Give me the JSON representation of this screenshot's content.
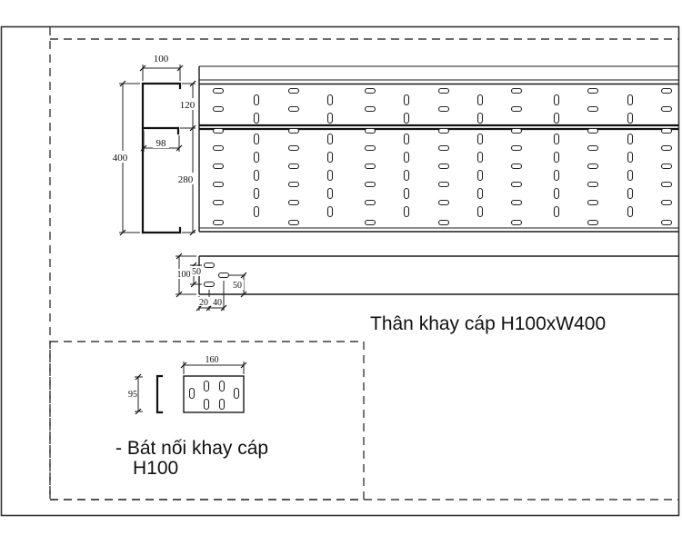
{
  "page": {
    "bg": "#ffffff",
    "border_color": "#333333",
    "dash_color": "#3c3c3c",
    "line_color": "#1a1a1a"
  },
  "labels": {
    "tray_body_title": "Thân khay cáp H100xW400",
    "connector_line1": "- Bát nối khay cáp",
    "connector_line2": "H100"
  },
  "section_dims": {
    "width": "100",
    "total_height": "400",
    "upper": "120",
    "lip_width": "98",
    "lower": "280"
  },
  "side_dims": {
    "height": "100",
    "slot_spacing": "50",
    "slot_to_bottom": "50",
    "edge_offset": "20",
    "column_offset": "40"
  },
  "connector_dims": {
    "plate_width": "160",
    "bracket_height": "95"
  },
  "tray_pattern": {
    "h_slot_cols": [
      240,
      323,
      407,
      488,
      568,
      652,
      733
    ],
    "v_slot_cols": [
      282,
      363,
      447,
      528,
      612,
      693
    ],
    "h_slot_rows": [
      100,
      120,
      144,
      163,
      183,
      203,
      223,
      245
    ],
    "v_slot_rows": [
      110,
      130,
      153,
      173,
      193,
      213,
      233
    ],
    "h_slot_size": [
      11,
      5
    ],
    "v_slot_size": [
      5,
      11
    ]
  },
  "side_view_slots": [
    [
      230,
      292
    ],
    [
      230,
      313
    ],
    [
      246,
      303
    ]
  ],
  "plate_slots": [
    [
      227,
      425
    ],
    [
      244,
      425
    ],
    [
      211,
      433
    ],
    [
      260,
      433
    ],
    [
      227,
      445
    ],
    [
      244,
      445
    ]
  ]
}
